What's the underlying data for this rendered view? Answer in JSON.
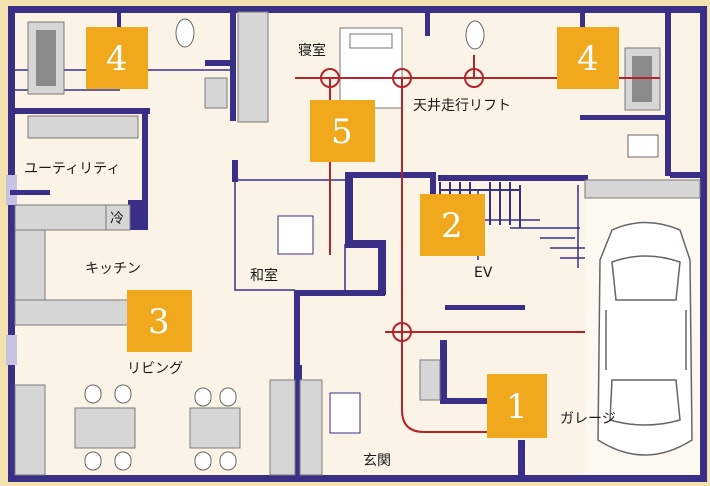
{
  "colors": {
    "wall": "#3a2f86",
    "floor": "#fbf3e6",
    "rail": "#b3242b",
    "badge": "#f0a81c",
    "outside": "#f3e2b0"
  },
  "rooms": {
    "bedroom": "寝室",
    "ceiling_lift": "天井走行リフト",
    "utility": "ユーティリティ",
    "fridge": "冷",
    "kitchen": "キッチン",
    "japanese_room": "和室",
    "ev": "EV",
    "living": "リビング",
    "garage": "ガレージ",
    "entrance": "玄関"
  },
  "markers": {
    "m1": "1",
    "m2": "2",
    "m3": "3",
    "m4_left": "4",
    "m4_right": "4",
    "m5": "5"
  }
}
